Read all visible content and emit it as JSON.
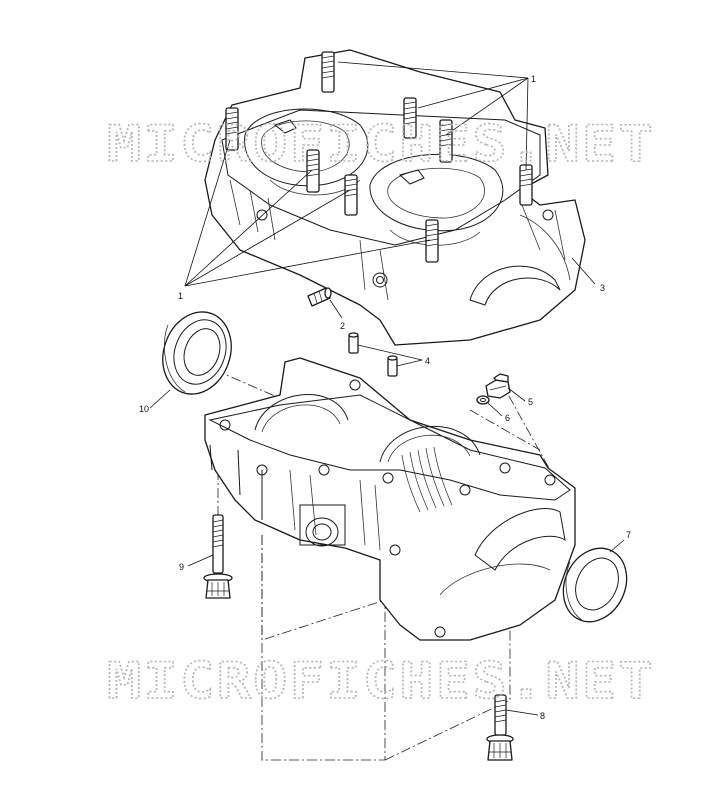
{
  "watermark": "MICROFICHES.NET",
  "callouts": {
    "c1a": "1",
    "c1b": "1",
    "c2": "2",
    "c3": "3",
    "c4": "4",
    "c5": "5",
    "c6": "6",
    "c7": "7",
    "c8": "8",
    "c9": "9",
    "c10": "10"
  },
  "colors": {
    "line": "#1a1a1a",
    "watermark": "#b8b8b8",
    "background": "#ffffff"
  }
}
